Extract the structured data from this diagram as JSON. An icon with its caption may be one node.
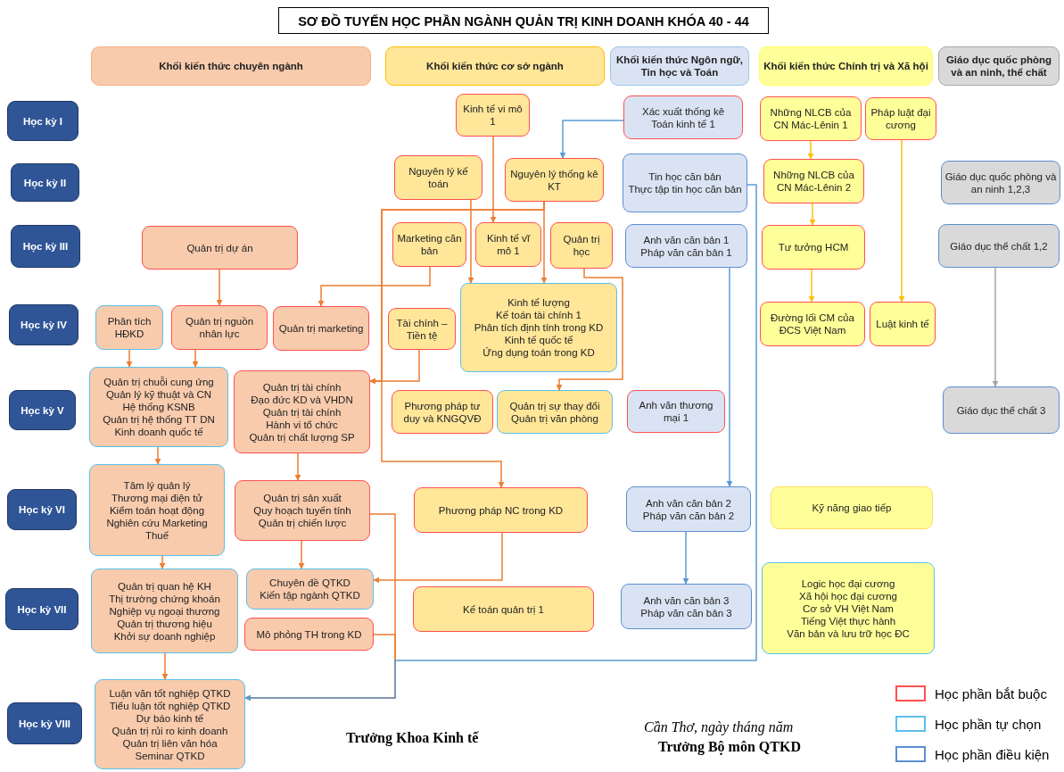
{
  "diagram": {
    "title": "SƠ ĐỒ TUYẾN HỌC PHẦN NGÀNH QUẢN TRỊ KINH DOANH KHÓA 40 - 44",
    "nodes": [
      {
        "text": [
          "Khối kiến thức chuyên ngành"
        ]
      },
      {
        "text": [
          "Khối kiến thức cơ sở ngành"
        ]
      },
      {
        "text": [
          "Khối kiến thức Ngôn ngữ, Tin học và Toán"
        ]
      },
      {
        "text": [
          "Khối kiến thức Chính trị và Xã hội"
        ]
      },
      {
        "text": [
          "Giáo dục quốc phòng và an ninh, thể chất"
        ]
      },
      {
        "text": [
          "Học kỳ I"
        ]
      },
      {
        "text": [
          "Học kỳ II"
        ]
      },
      {
        "text": [
          "Học kỳ III"
        ]
      },
      {
        "text": [
          "Học kỳ IV"
        ]
      },
      {
        "text": [
          "Học kỳ V"
        ]
      },
      {
        "text": [
          "Học kỳ VI"
        ]
      },
      {
        "text": [
          "Học kỳ VII"
        ]
      },
      {
        "text": [
          "Học kỳ VIII"
        ]
      },
      {
        "text": [
          "Kinh tế vi mô 1"
        ]
      },
      {
        "text": [
          "Xác xuất thống kê",
          "Toán kinh tế 1"
        ]
      },
      {
        "text": [
          "Những NLCB của CN Mác-Lênin 1"
        ]
      },
      {
        "text": [
          "Pháp luật đại cương"
        ]
      },
      {
        "text": [
          "Nguyên lý kế toán"
        ]
      },
      {
        "text": [
          "Nguyên lý thống kê KT"
        ]
      },
      {
        "text": [
          "Tin học căn bản",
          "Thực tập tin học căn bản"
        ]
      },
      {
        "text": [
          "Những NLCB của CN Mác-Lênin 2"
        ]
      },
      {
        "text": [
          "Giáo dục quốc phòng và an ninh 1,2,3"
        ]
      },
      {
        "text": [
          "Quản trị dự án"
        ]
      },
      {
        "text": [
          "Marketing căn bản"
        ]
      },
      {
        "text": [
          "Kinh tế vĩ mô 1"
        ]
      },
      {
        "text": [
          "Quản trị học"
        ]
      },
      {
        "text": [
          "Anh văn căn bản 1",
          "Pháp văn căn bản 1"
        ]
      },
      {
        "text": [
          "Tư tưởng HCM"
        ]
      },
      {
        "text": [
          "Giáo dục thể chất 1,2"
        ]
      },
      {
        "text": [
          "Phân tích HĐKD"
        ]
      },
      {
        "text": [
          "Quản trị nguồn nhân lực"
        ]
      },
      {
        "text": [
          "Quản trị marketing"
        ]
      },
      {
        "text": [
          "Tài chính – Tiền tệ"
        ]
      },
      {
        "text": [
          "Kinh tế lượng",
          "Kế toán tài chính 1",
          "Phân tích định tính trong KD",
          "Kinh tế quốc tế",
          "Ứng dụng toán trong KD"
        ]
      },
      {
        "text": [
          "Đường lối CM của ĐCS Việt Nam"
        ]
      },
      {
        "text": [
          "Luật kinh tế"
        ]
      },
      {
        "text": [
          "Quản trị chuỗi cung ứng",
          "Quản lý kỹ thuật và CN",
          "Hệ thống KSNB",
          "Quản trị hệ thống TT DN",
          "Kinh doanh quốc tế"
        ]
      },
      {
        "text": [
          "Quản trị tài chính",
          "Đạo đức KD và VHDN",
          "Quản trị tài chính",
          "Hành vi tổ chức",
          "Quản trị chất lượng SP"
        ]
      },
      {
        "text": [
          "Phương pháp tư duy và KNGQVĐ"
        ]
      },
      {
        "text": [
          "Quản trị sự thay đổi",
          "Quản trị văn phòng"
        ]
      },
      {
        "text": [
          "Anh văn thương mại 1"
        ]
      },
      {
        "text": [
          "Giáo dục thể chất 3"
        ]
      },
      {
        "text": [
          "Tâm lý quản lý",
          "Thương mại điện tử",
          "Kiểm toán hoạt động",
          "Nghiên cứu Marketing",
          "Thuế"
        ]
      },
      {
        "text": [
          "Quản trị sản xuất",
          "Quy hoạch tuyến tính",
          "Quản trị chiến lược"
        ]
      },
      {
        "text": [
          "Phương pháp NC trong KD"
        ]
      },
      {
        "text": [
          "Anh văn căn bản 2",
          "Pháp văn căn bản 2"
        ]
      },
      {
        "text": [
          "Kỹ năng giao tiếp"
        ]
      },
      {
        "text": [
          "Quản trị quan hệ KH",
          "Thị trường chứng khoán",
          "Nghiệp vụ ngoại thương",
          "Quản trị thương hiệu",
          "Khởi sự doanh nghiệp"
        ]
      },
      {
        "text": [
          "Chuyên đề QTKD",
          "Kiến tập ngành QTKD"
        ]
      },
      {
        "text": [
          "Kế toán quản trị 1"
        ]
      },
      {
        "text": [
          "Anh văn căn bản 3",
          "Pháp văn căn bản 3"
        ]
      },
      {
        "text": [
          "Logic học đại cương",
          "Xã hội học đại cương",
          "Cơ sở VH Việt Nam",
          "Tiếng Việt thực hành",
          "Văn bản và lưu trữ học ĐC"
        ]
      },
      {
        "text": [
          "Mô phỏng TH trong KD"
        ]
      },
      {
        "text": [
          "Luận văn tốt nghiệp QTKD",
          "Tiểu luận tốt nghiệp QTKD",
          "Dự báo kinh tế",
          "Quản trị rủi ro kinh doanh",
          "Quản trị liên văn hóa",
          "Seminar QTKD"
        ]
      }
    ],
    "edges": [
      {
        "from": 13,
        "to": 24,
        "arrow": "to"
      },
      {
        "from": 14,
        "to": 18,
        "arrow": "to",
        "color": "#5b9bd5"
      },
      {
        "from": 15,
        "to": 20,
        "arrow": "to",
        "color": "#ffc000"
      },
      {
        "from": 20,
        "to": 27,
        "arrow": "to",
        "color": "#ffc000"
      },
      {
        "from": 27,
        "to": 34,
        "arrow": "to",
        "color": "#ffc000"
      },
      {
        "from": 16,
        "to": 35,
        "arrow": "to",
        "color": "#ffc000"
      },
      {
        "from": 28,
        "to": 41,
        "arrow": "to",
        "color": "#a5a5a5"
      },
      {
        "from": 17,
        "to": 33,
        "arrow": "to"
      },
      {
        "from": 18,
        "to": 33,
        "arrow": "to"
      },
      {
        "from": 18,
        "to": 37,
        "arrow": "to"
      },
      {
        "from": 18,
        "to": 44,
        "arrow": "to"
      },
      {
        "from": 23,
        "to": 31,
        "arrow": "to"
      },
      {
        "from": 22,
        "to": 30,
        "arrow": "to"
      },
      {
        "from": 32,
        "to": 37,
        "arrow": "to"
      },
      {
        "from": 25,
        "to": 39,
        "arrow": "to"
      },
      {
        "from": 29,
        "to": 36,
        "arrow": "to"
      },
      {
        "from": 30,
        "to": 36,
        "arrow": "to"
      },
      {
        "from": 36,
        "to": 42,
        "arrow": "to"
      },
      {
        "from": 42,
        "to": 47,
        "arrow": "to"
      },
      {
        "from": 47,
        "to": 53,
        "arrow": "to"
      },
      {
        "from": 37,
        "to": 43,
        "arrow": "to"
      },
      {
        "from": 43,
        "to": 48,
        "arrow": "to"
      },
      {
        "from": 43,
        "to": 53,
        "arrow": "to"
      },
      {
        "from": 52,
        "to": 53,
        "arrow": "to"
      },
      {
        "from": 44,
        "to": 48,
        "arrow": "to"
      },
      {
        "from": 26,
        "to": 45,
        "arrow": "to",
        "color": "#5b9bd5"
      },
      {
        "from": 45,
        "to": 50,
        "arrow": "to",
        "color": "#5b9bd5"
      },
      {
        "from": 19,
        "to": 53,
        "arrow": "to",
        "color": "#5b9bd5"
      }
    ],
    "labels": [
      "Trưởng Khoa Kinh tế",
      "Cần Thơ, ngày tháng năm",
      "Trưởng Bộ môn QTKD"
    ],
    "legend": [
      {
        "text": "Học phần bắt buộc",
        "color": "#ff5050"
      },
      {
        "text": "Học phần tự chọn",
        "color": "#5bc0eb"
      },
      {
        "text": "Học phần điều kiện",
        "color": "#5b8fd0"
      }
    ]
  }
}
